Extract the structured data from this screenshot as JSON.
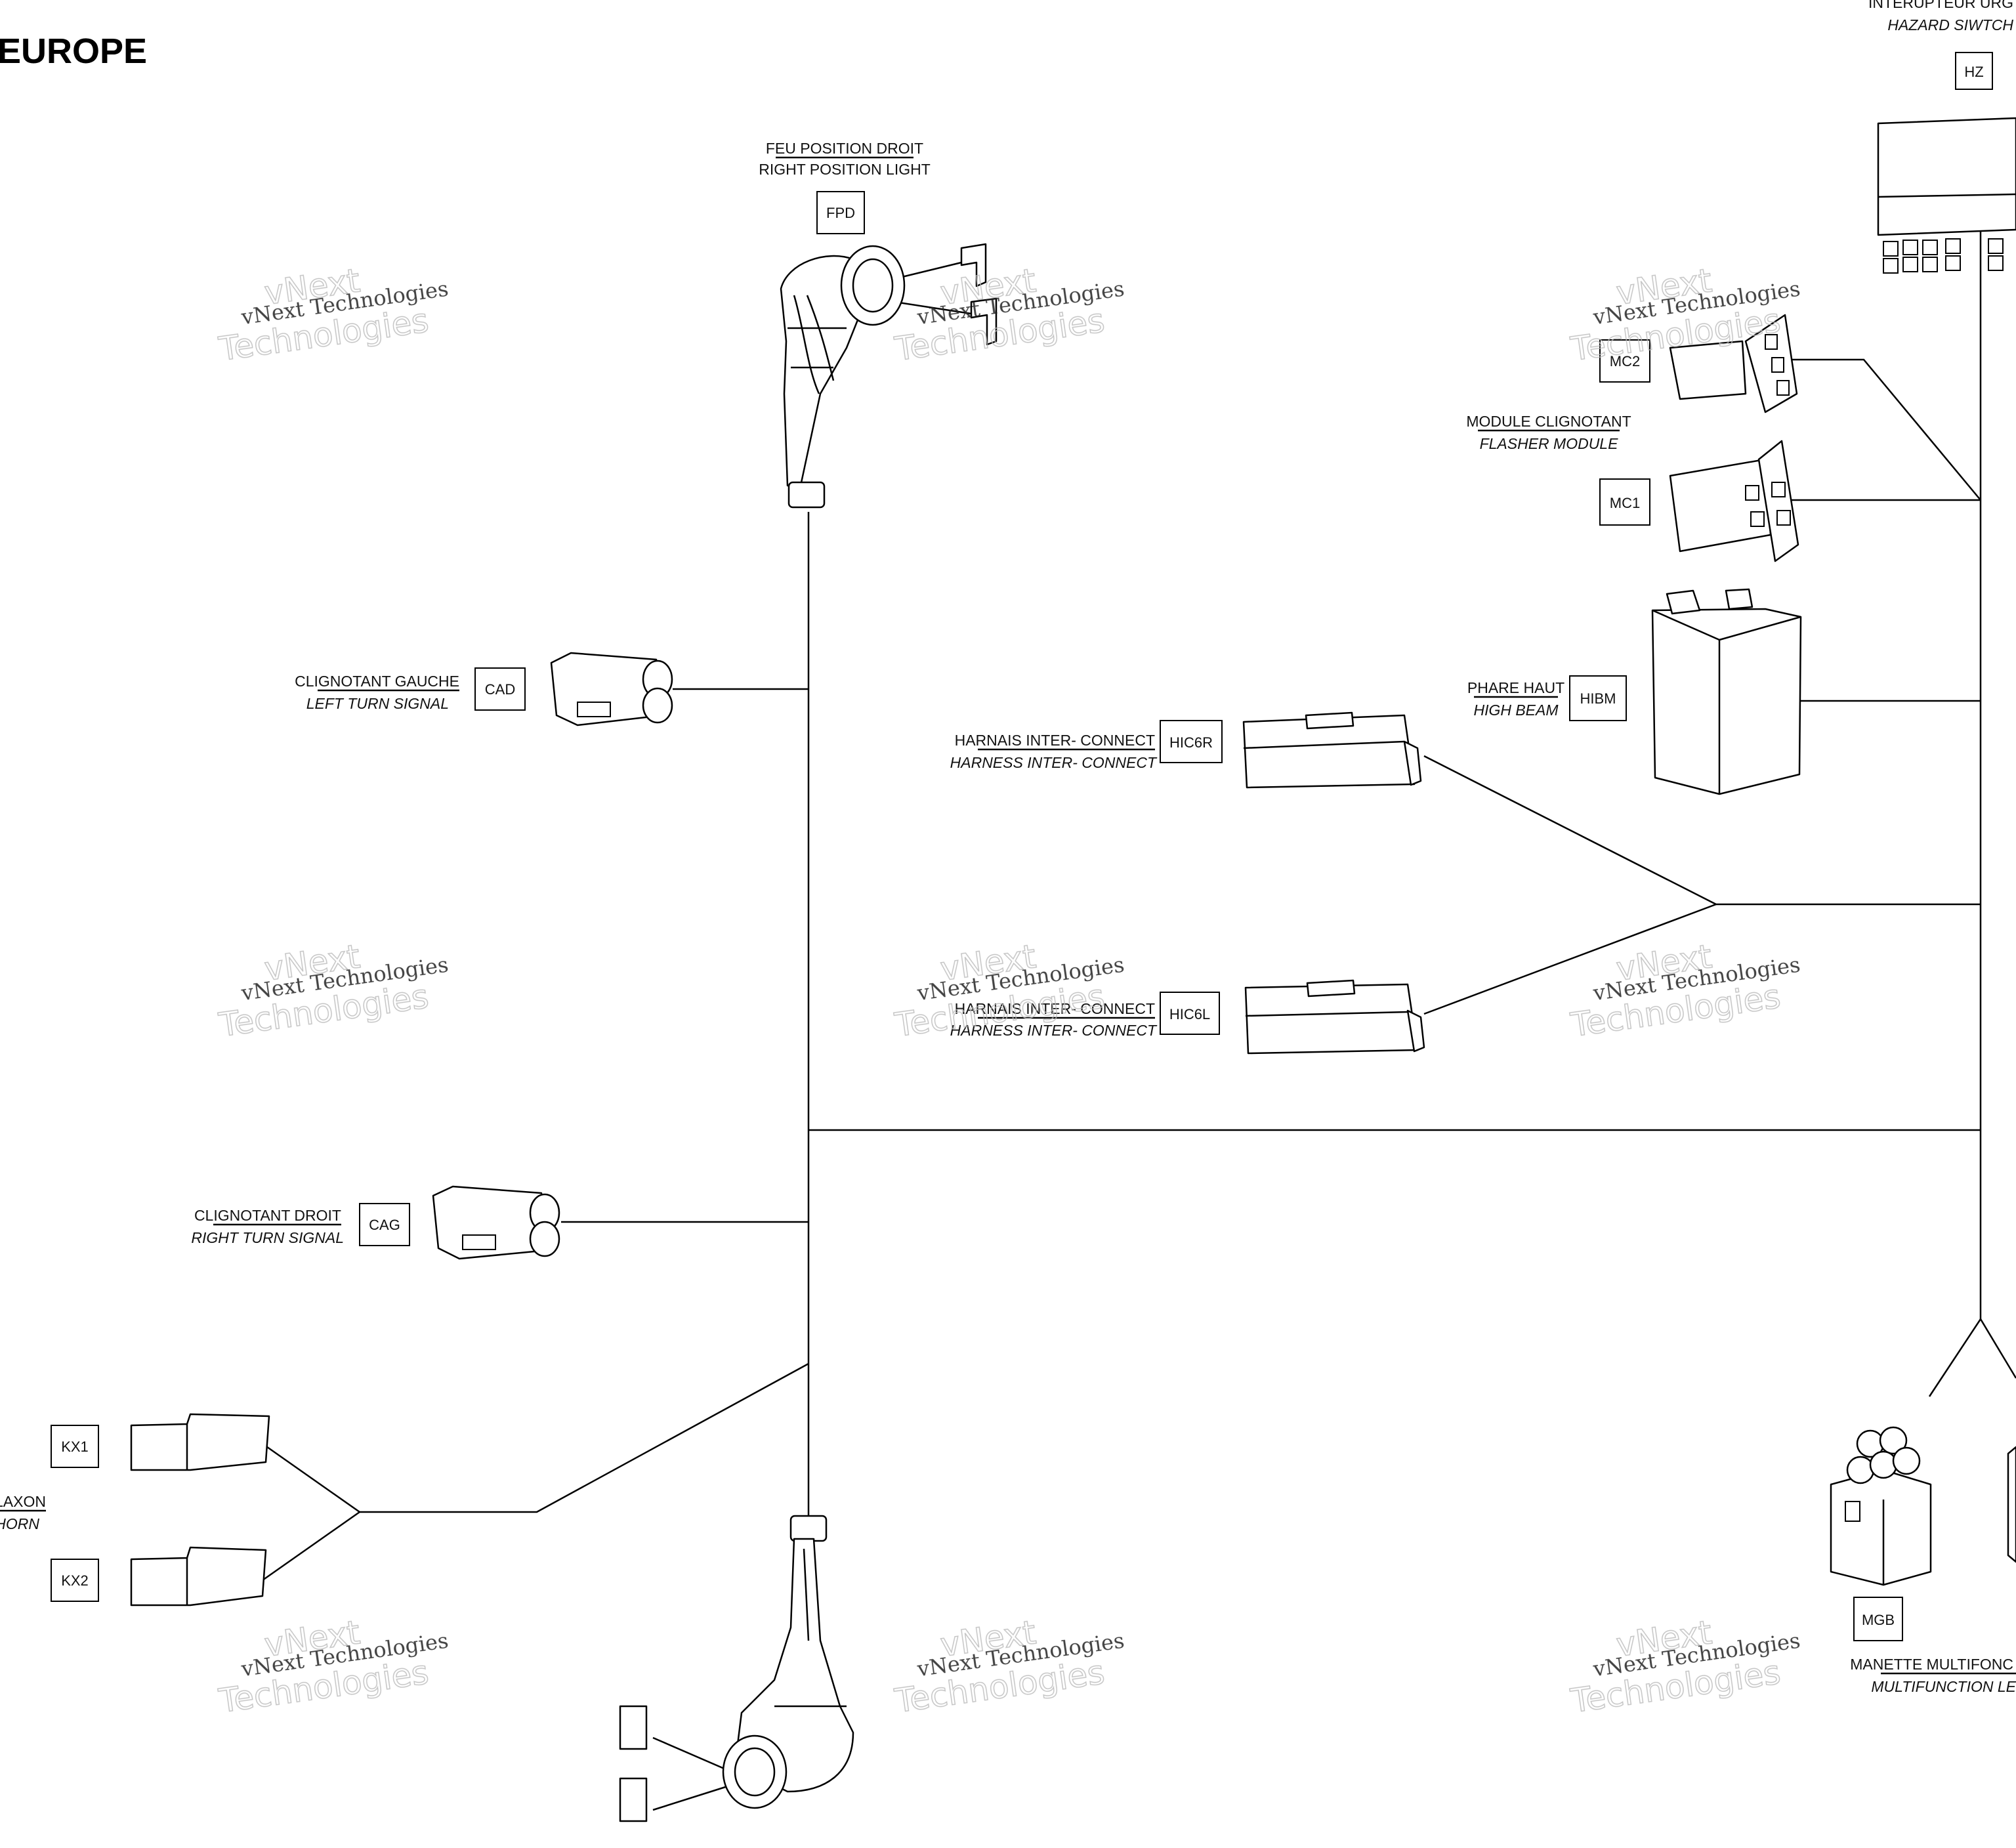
{
  "page": {
    "title": "EUROPE"
  },
  "components": {
    "hz": {
      "code": "HZ",
      "fr": "INTERUPTEUR URG",
      "en": "HAZARD SIWTCH"
    },
    "fpd": {
      "code": "FPD",
      "fr": "FEU POSITION DROIT",
      "en": "RIGHT POSITION LIGHT"
    },
    "mc2": {
      "code": "MC2"
    },
    "mc1": {
      "code": "MC1",
      "fr": "MODULE CLIGNOTANT",
      "en": "FLASHER MODULE"
    },
    "hibm": {
      "code": "HIBM",
      "fr": "PHARE HAUT",
      "en": "HIGH BEAM"
    },
    "cad": {
      "code": "CAD",
      "fr": "CLIGNOTANT GAUCHE",
      "en": "LEFT TURN SIGNAL"
    },
    "hic6r": {
      "code": "HIC6R",
      "fr": "HARNAIS INTER-  CONNECT",
      "en": "HARNESS INTER-  CONNECT"
    },
    "hic6l": {
      "code": "HIC6L",
      "fr": "HARNAIS INTER-  CONNECT",
      "en": "HARNESS INTER-  CONNECT"
    },
    "cag": {
      "code": "CAG",
      "fr": "CLIGNOTANT DROIT",
      "en": "RIGHT TURN SIGNAL"
    },
    "kx1": {
      "code": "KX1"
    },
    "kx2": {
      "code": "KX2"
    },
    "horn": {
      "fr": "KLAXON",
      "en": "HORN"
    },
    "mgb": {
      "code": "MGB",
      "fr": "MANETTE MULTIFONC",
      "en": "MULTIFUNCTION LE"
    }
  },
  "watermark": {
    "line1": "vNext Technologies",
    "line2": "vNext",
    "line3": "Technologies"
  }
}
